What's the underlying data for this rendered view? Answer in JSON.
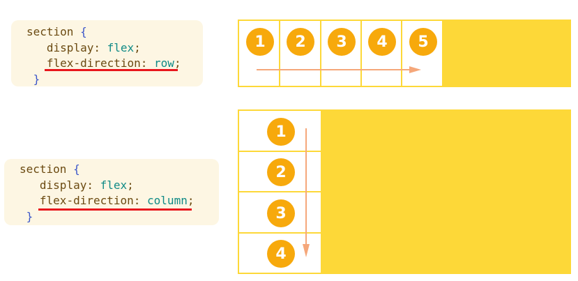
{
  "row_example": {
    "selector": "section",
    "open_brace": "{",
    "display_prop": "display",
    "display_val": "flex",
    "direction_prop": "flex-direction",
    "direction_val": "row",
    "close_brace": "}",
    "items": [
      "1",
      "2",
      "3",
      "4",
      "5"
    ]
  },
  "column_example": {
    "selector": "section",
    "open_brace": "{",
    "display_prop": "display",
    "display_val": "flex",
    "direction_prop": "flex-direction",
    "direction_val": "column",
    "close_brace": "}",
    "items": [
      "1",
      "2",
      "3",
      "4"
    ]
  },
  "colors": {
    "container": "#fdd838",
    "badge": "#f7a90c",
    "arrow": "#f5a77a",
    "underline": "#e8161c",
    "code_bg": "#fdf6e3"
  }
}
